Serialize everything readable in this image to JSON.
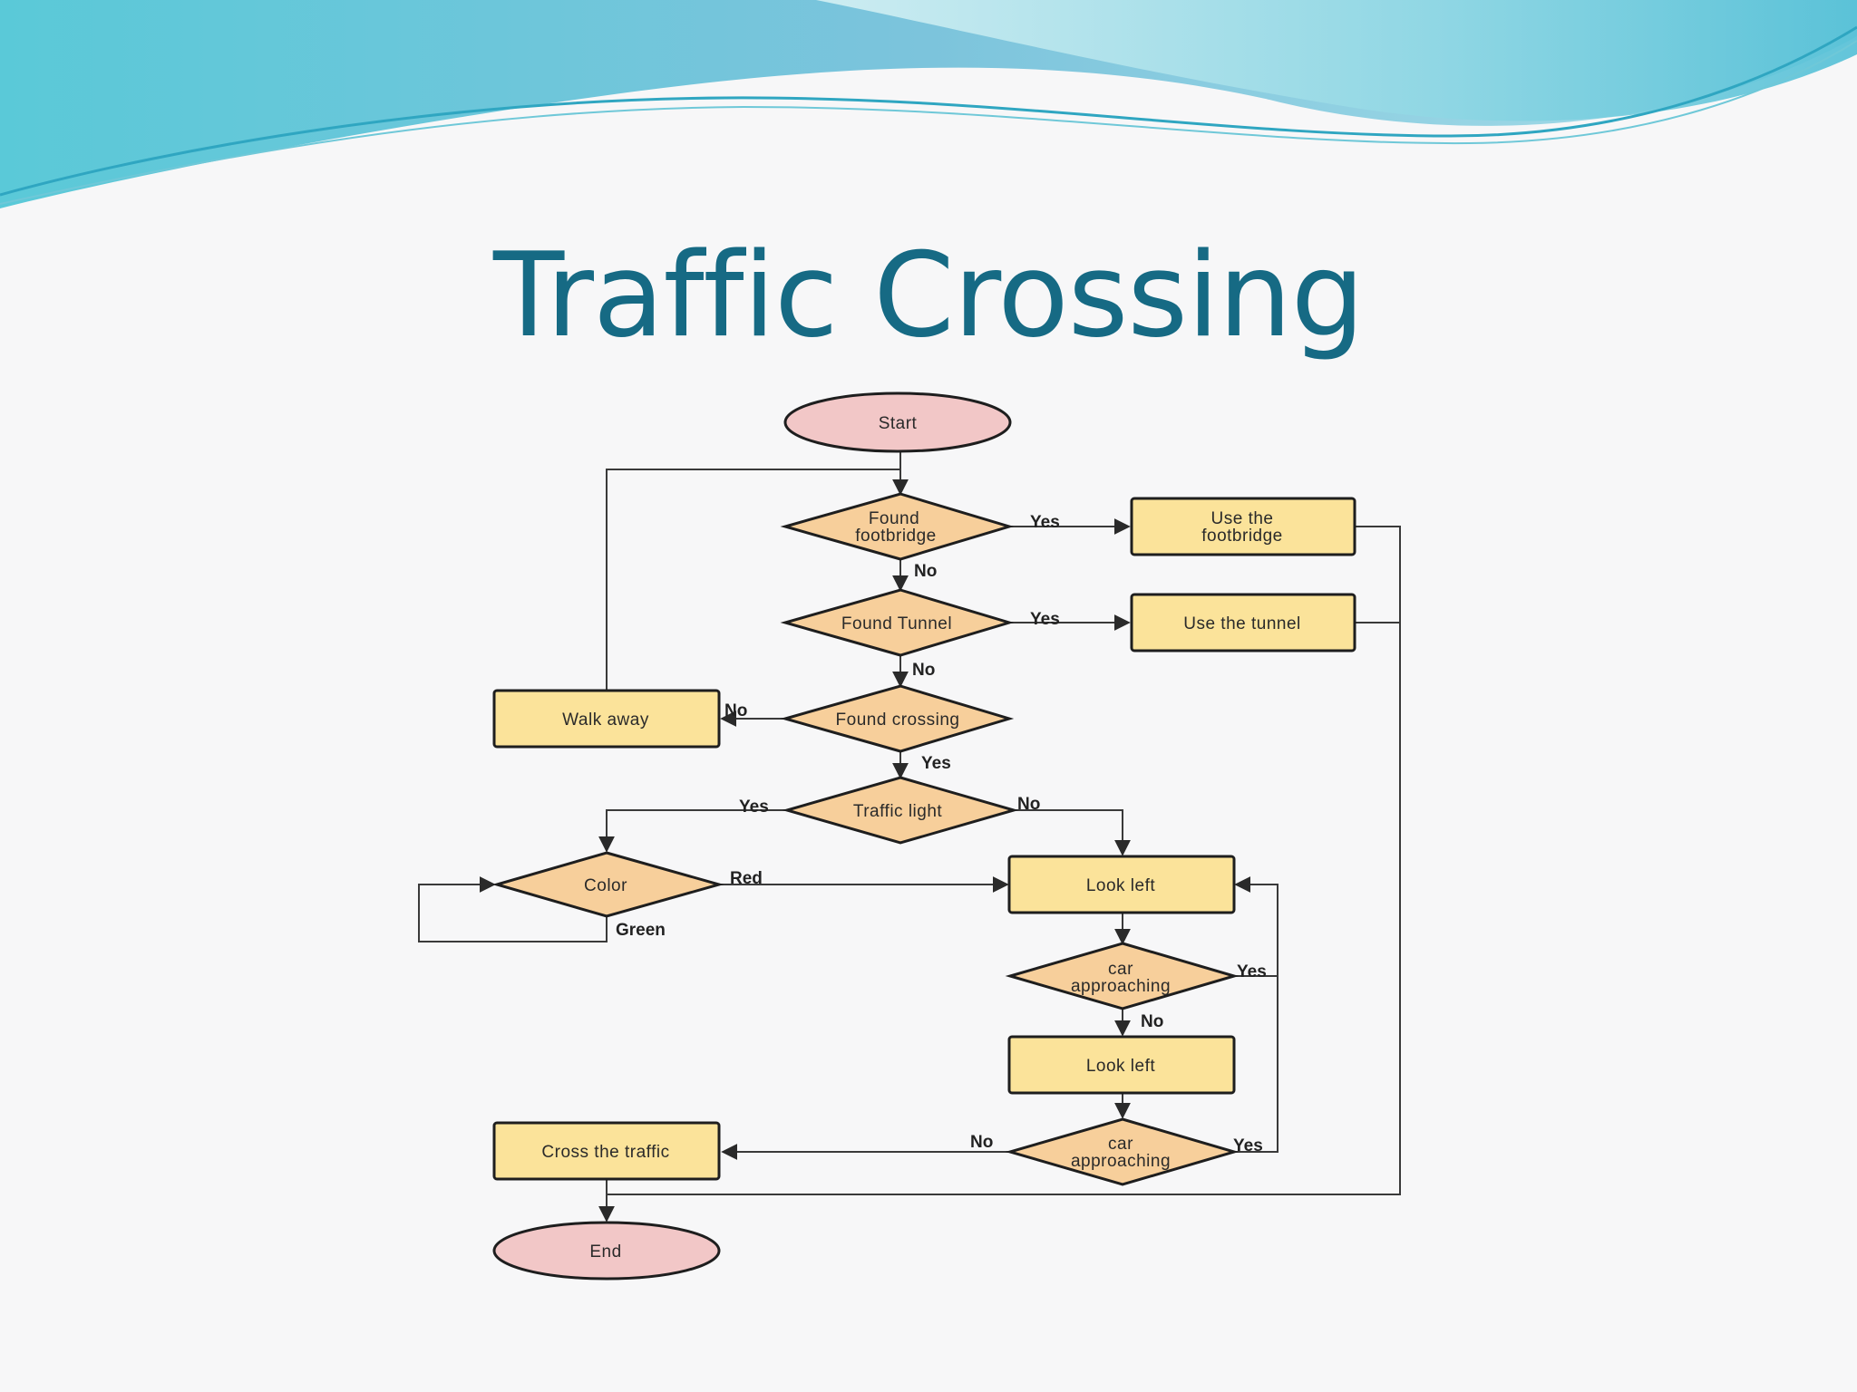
{
  "slide": {
    "title": "Traffic Crossing"
  },
  "colors": {
    "title": "#166a84",
    "terminal_fill": "#f2c7c7",
    "decision_fill": "#f7cf9b",
    "process_fill": "#fbe39a",
    "outline": "#1e1e1e",
    "line": "#3a3a3a",
    "wave_light": "#bfe6ee",
    "wave_teal": "#4fc3d6",
    "wave_blue": "#6aaed6"
  },
  "flowchart": {
    "nodes": {
      "start": {
        "lines": [
          "Start"
        ]
      },
      "found_footbridge": {
        "lines": [
          "Found",
          "footbridge"
        ]
      },
      "use_footbridge": {
        "lines": [
          "Use the",
          "footbridge"
        ]
      },
      "found_tunnel": {
        "lines": [
          "Found Tunnel"
        ]
      },
      "use_tunnel": {
        "lines": [
          "Use the tunnel"
        ]
      },
      "found_crossing": {
        "lines": [
          "Found crossing"
        ]
      },
      "walk_away": {
        "lines": [
          "Walk away"
        ]
      },
      "traffic_light": {
        "lines": [
          "Traffic light"
        ]
      },
      "color": {
        "lines": [
          "Color"
        ]
      },
      "look_left_1": {
        "lines": [
          "Look left"
        ]
      },
      "car_approaching_1": {
        "lines": [
          "car",
          "approaching"
        ]
      },
      "look_left_2": {
        "lines": [
          "Look left"
        ]
      },
      "car_approaching_2": {
        "lines": [
          "car",
          "approaching"
        ]
      },
      "cross_traffic": {
        "lines": [
          "Cross the traffic"
        ]
      },
      "end": {
        "lines": [
          "End"
        ]
      }
    },
    "edge_labels": {
      "footbridge_yes": "Yes",
      "footbridge_no": "No",
      "tunnel_yes": "Yes",
      "tunnel_no": "No",
      "crossing_no": "No",
      "crossing_yes": "Yes",
      "light_yes": "Yes",
      "light_no": "No",
      "color_red": "Red",
      "color_green": "Green",
      "car1_yes": "Yes",
      "car1_no": "No",
      "car2_no": "No",
      "car2_yes": "Yes"
    }
  }
}
